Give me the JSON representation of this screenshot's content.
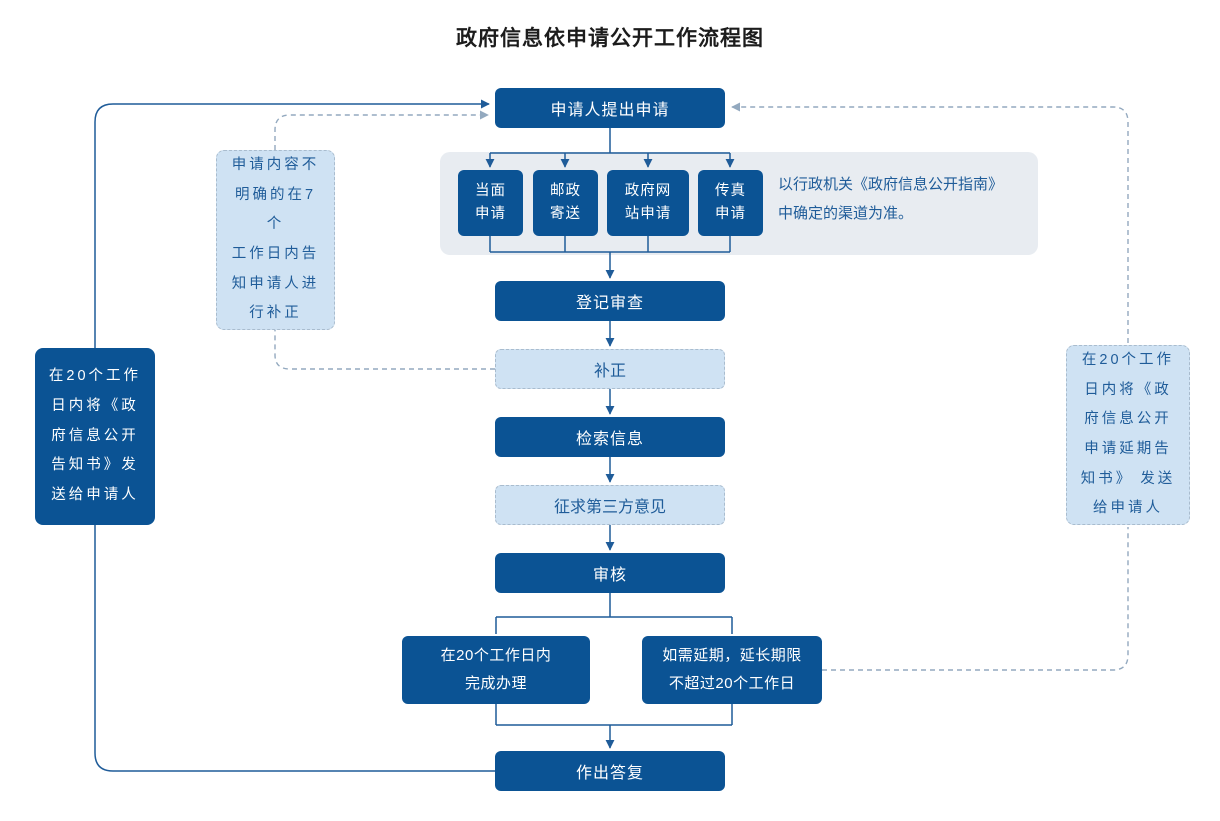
{
  "title": "政府信息依申请公开工作流程图",
  "nodes": {
    "apply": "申请人提出申请",
    "register": "登记审查",
    "supplement": "补正",
    "search": "检索信息",
    "third_party": "征求第三方意见",
    "review": "审核",
    "complete": "在20个工作日内\n完成办理",
    "extend": "如需延期，延长期限\n不超过20个工作日",
    "reply": "作出答复"
  },
  "channels": {
    "items": [
      {
        "label": "当面\n申请"
      },
      {
        "label": "邮政\n寄送"
      },
      {
        "label": "政府网\n站申请"
      },
      {
        "label": "传真\n申请"
      }
    ],
    "note": "以行政机关《政府信息公开指南》\n中确定的渠道为准。"
  },
  "notes": {
    "supplement": "申请内容不\n明确的在7个\n工作日内告\n知申请人进\n行补正",
    "disclosure": "在20个工作\n日内将《政\n府信息公开\n告知书》发\n送给申请人",
    "extension": "在20个工作\n日内将《政\n府信息公开\n申请延期告\n知书》 发送\n给申请人"
  },
  "colors": {
    "dark-blue": "#0B5394",
    "light-blue": "#CFE2F3",
    "panel-gray": "#E8ECF1",
    "solid-line": "#1F5C99",
    "dashed-line": "#93A9BF",
    "dashed-border": "#A9BCCE",
    "box-text": "#FFFFFF",
    "light-box-text": "#1F5C99",
    "title-color": "#1C1C1C"
  }
}
